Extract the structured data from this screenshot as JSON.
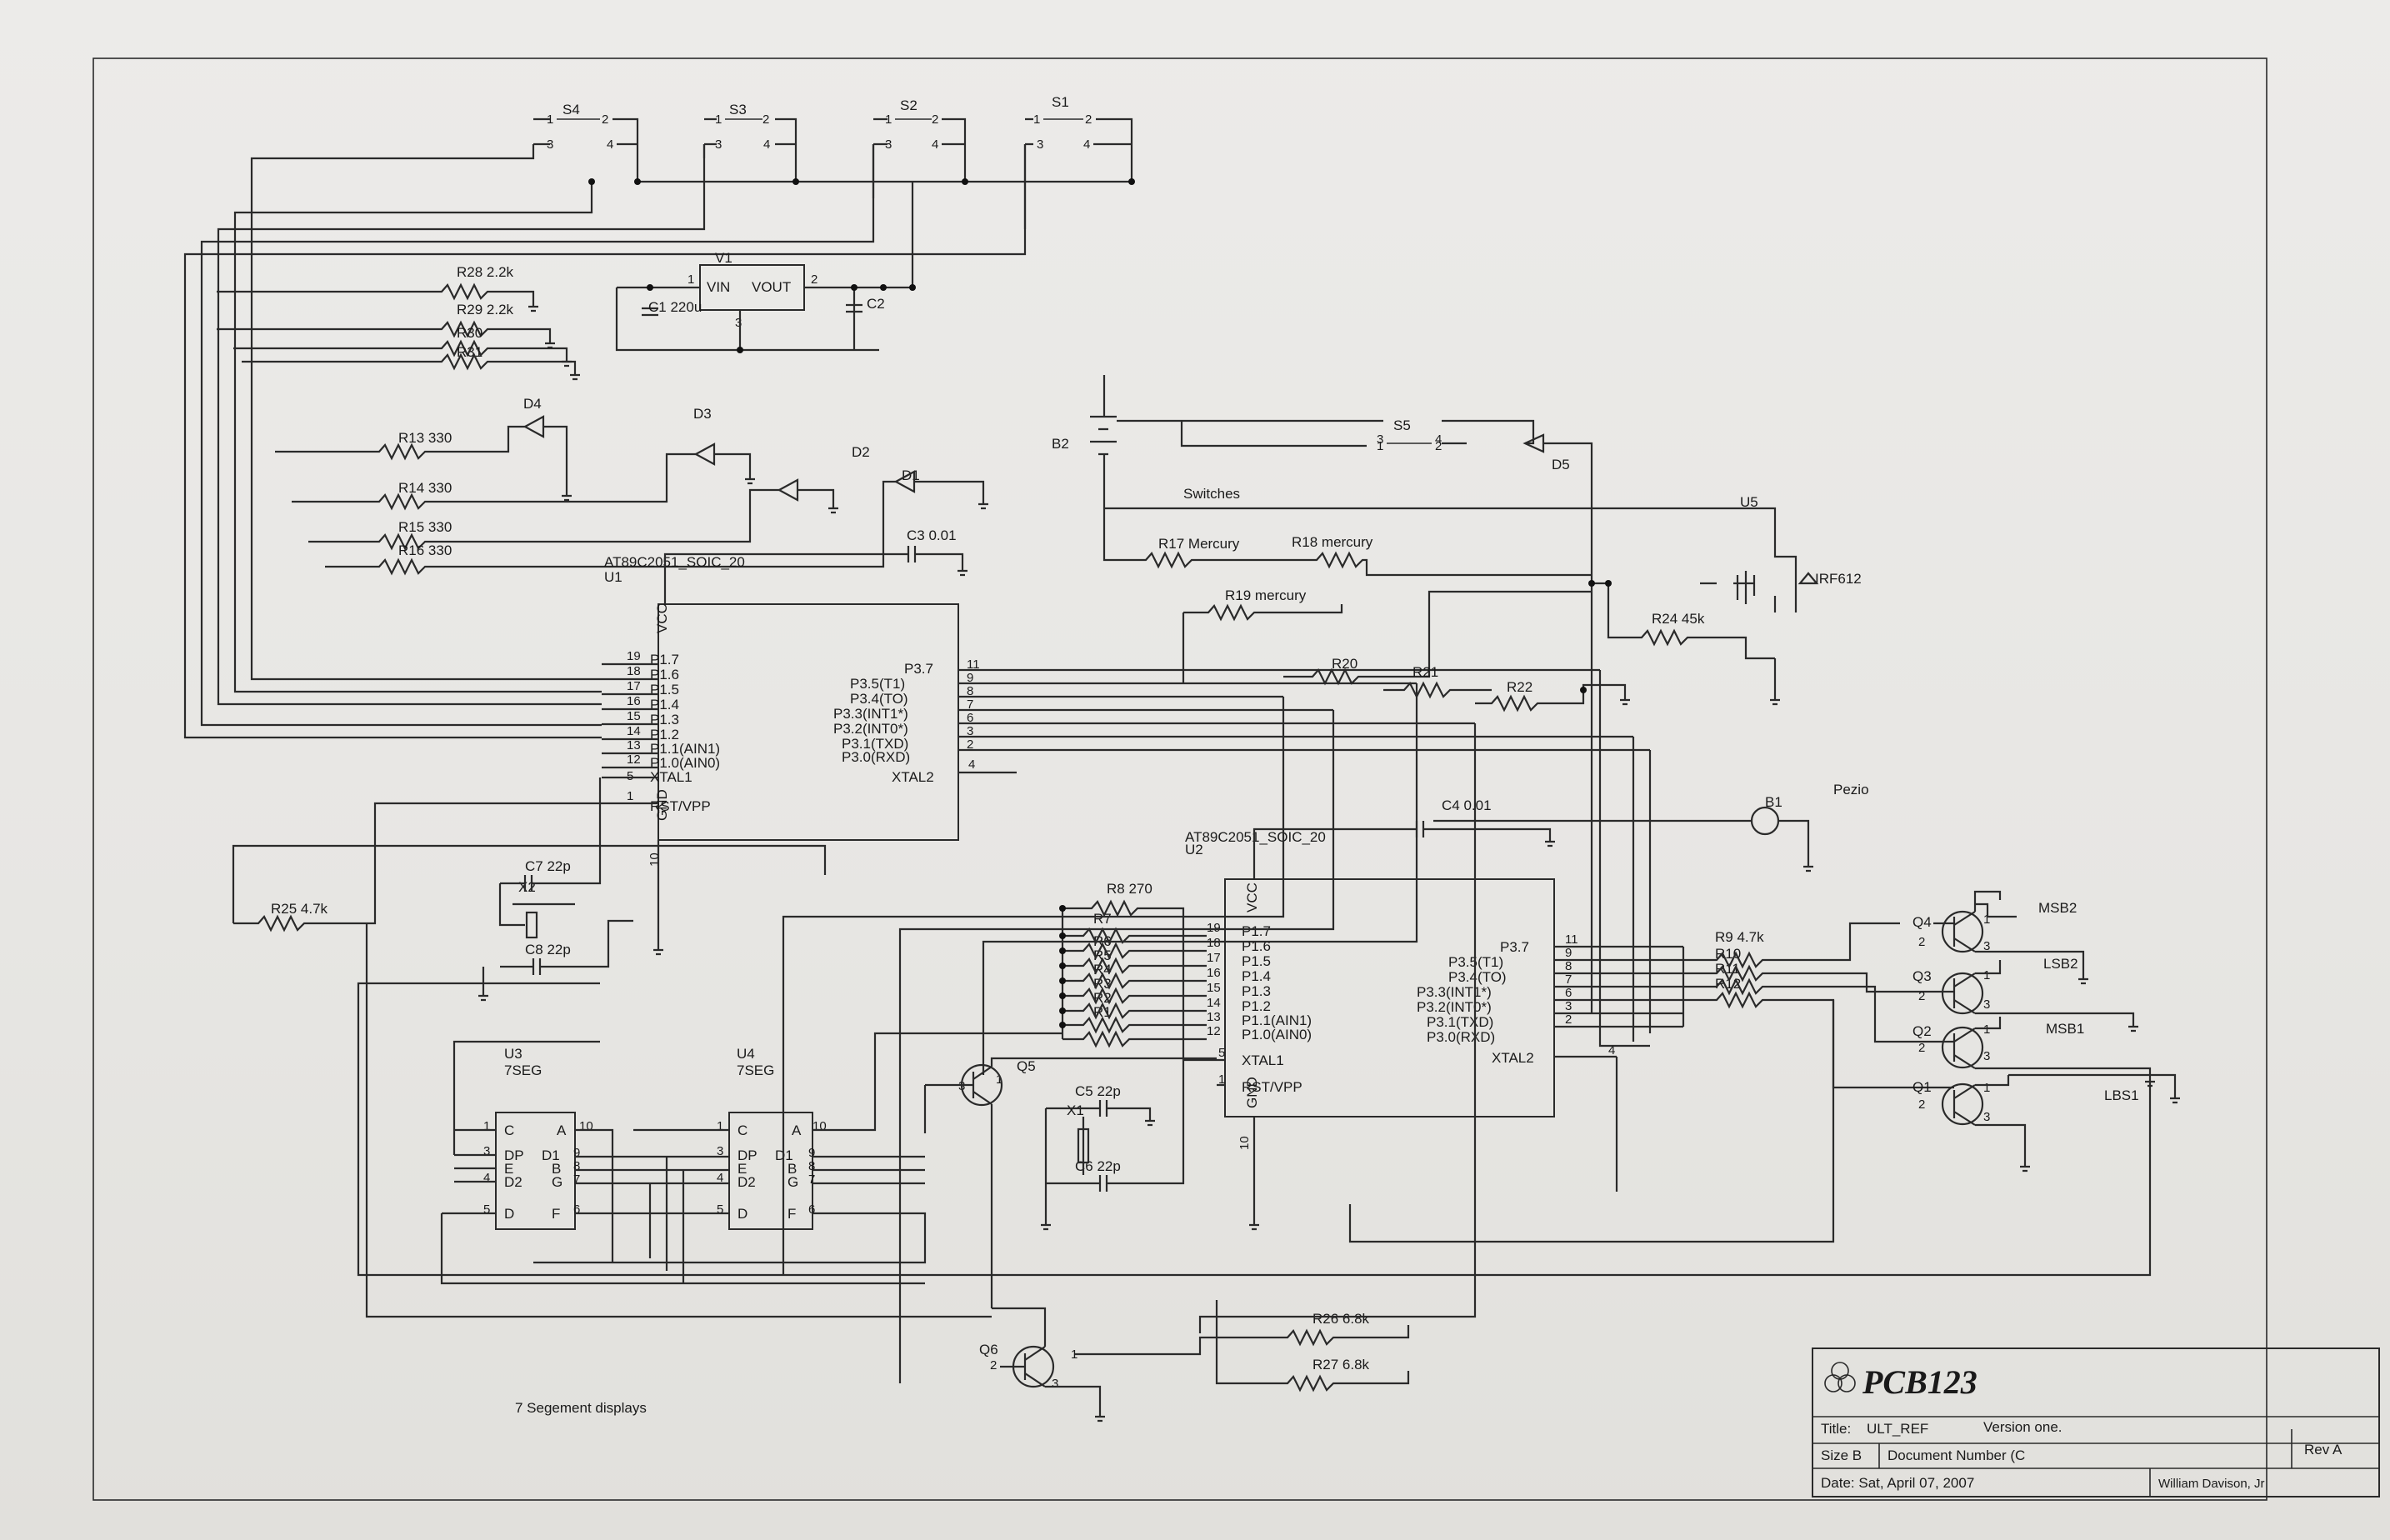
{
  "title_block": {
    "logo_text": "PCB123",
    "title_label": "Title:",
    "title_value": "ULT_REF",
    "version": "Version one.",
    "size_label": "Size B",
    "doc_number": "Document Number (C",
    "rev": "Rev A",
    "date": "Date: Sat, April 07, 2007",
    "author": "William Davison, Jr"
  },
  "section_labels": {
    "switches": "Switches",
    "seven_segment": "7 Segement displays",
    "piezo": "Pezio"
  },
  "chips": {
    "u1": {
      "ref": "U1",
      "part": "AT89C2051_SOIC_20",
      "left_pins": [
        {
          "num": "19",
          "name": "P1.7"
        },
        {
          "num": "18",
          "name": "P1.6"
        },
        {
          "num": "17",
          "name": "P1.5"
        },
        {
          "num": "16",
          "name": "P1.4"
        },
        {
          "num": "15",
          "name": "P1.3"
        },
        {
          "num": "14",
          "name": "P1.2"
        },
        {
          "num": "13",
          "name": "P1.1(AIN1)"
        },
        {
          "num": "12",
          "name": "P1.0(AIN0)"
        }
      ],
      "right_pins": [
        {
          "num": "11",
          "name": "P3.7"
        },
        {
          "num": "9",
          "name": "P3.5(T1)"
        },
        {
          "num": "8",
          "name": "P3.4(TO)"
        },
        {
          "num": "7",
          "name": "P3.3(INT1*)"
        },
        {
          "num": "6",
          "name": "P3.2(INT0*)"
        },
        {
          "num": "3",
          "name": "P3.1(TXD)"
        },
        {
          "num": "2",
          "name": "P3.0(RXD)"
        }
      ],
      "xtal1": "XTAL1",
      "xtal1_num": "5",
      "rst": "RST/VPP",
      "rst_num": "1",
      "xtal2": "XTAL2",
      "xtal2_num": "4",
      "vcc": "VCC",
      "gnd": "GND",
      "gnd_num": "10"
    },
    "u2": {
      "ref": "U2",
      "part": "AT89C2051_SOIC_20",
      "left_pins": [
        {
          "num": "19",
          "name": "P1.7"
        },
        {
          "num": "18",
          "name": "P1.6"
        },
        {
          "num": "17",
          "name": "P1.5"
        },
        {
          "num": "16",
          "name": "P1.4"
        },
        {
          "num": "15",
          "name": "P1.3"
        },
        {
          "num": "14",
          "name": "P1.2"
        },
        {
          "num": "13",
          "name": "P1.1(AIN1)"
        },
        {
          "num": "12",
          "name": "P1.0(AIN0)"
        }
      ],
      "right_pins": [
        {
          "num": "11",
          "name": "P3.7"
        },
        {
          "num": "9",
          "name": "P3.5(T1)"
        },
        {
          "num": "8",
          "name": "P3.4(TO)"
        },
        {
          "num": "7",
          "name": "P3.3(INT1*)"
        },
        {
          "num": "6",
          "name": "P3.2(INT0*)"
        },
        {
          "num": "3",
          "name": "P3.1(TXD)"
        },
        {
          "num": "2",
          "name": "P3.0(RXD)"
        }
      ],
      "xtal1": "XTAL1",
      "xtal1_num": "5",
      "rst": "RST/VPP",
      "rst_num": "1",
      "xtal2": "XTAL2",
      "xtal2_num": "4",
      "vcc": "VCC",
      "gnd": "GND",
      "gnd_num": "10"
    },
    "v1": {
      "ref": "V1",
      "vin": "VIN",
      "vout": "VOUT",
      "pin1": "1",
      "pin2": "2",
      "pin3": "3"
    },
    "u3": {
      "ref": "U3",
      "part": "7SEG",
      "left": [
        {
          "num": "1",
          "name": "C"
        },
        {
          "num": "3",
          "name": "DP"
        },
        {
          "num": "",
          "name": "E"
        },
        {
          "num": "4",
          "name": "D2"
        },
        {
          "num": "5",
          "name": "D"
        }
      ],
      "right": [
        {
          "num": "10",
          "name": "A"
        },
        {
          "num": "9",
          "name": "D1"
        },
        {
          "num": "8",
          "name": "B"
        },
        {
          "num": "7",
          "name": "G"
        },
        {
          "num": "6",
          "name": "F"
        }
      ]
    },
    "u4": {
      "ref": "U4",
      "part": "7SEG",
      "left": [
        {
          "num": "1",
          "name": "C"
        },
        {
          "num": "3",
          "name": "DP"
        },
        {
          "num": "",
          "name": "E"
        },
        {
          "num": "4",
          "name": "D2"
        },
        {
          "num": "5",
          "name": "D"
        }
      ],
      "right": [
        {
          "num": "10",
          "name": "A"
        },
        {
          "num": "9",
          "name": "D1"
        },
        {
          "num": "8",
          "name": "B"
        },
        {
          "num": "7",
          "name": "G"
        },
        {
          "num": "6",
          "name": "F"
        }
      ]
    },
    "u5": {
      "ref": "U5",
      "part": "IRF612"
    }
  },
  "switches": {
    "s4": "S4",
    "s3": "S3",
    "s2": "S2",
    "s1": "S1",
    "s5": "S5",
    "p1": "1",
    "p2": "2",
    "p3": "3",
    "p4": "4"
  },
  "resistors": {
    "r28": "R28 2.2k",
    "r29": "R29 2.2k",
    "r30": "R30",
    "r31": "R31",
    "r13": "R13 330",
    "r14": "R14 330",
    "r15": "R15 330",
    "r16": "R16 330",
    "r17": "R17 Mercury",
    "r18": "R18 mercury",
    "r19": "R19 mercury",
    "r20": "R20",
    "r21": "R21",
    "r22": "R22",
    "r24": "R24 45k",
    "r25": "R25 4.7k",
    "r8": "R8 270",
    "r7": "R7",
    "r6": "R6",
    "r5": "R5",
    "r4": "R4",
    "r3": "R3",
    "r2": "R2",
    "r1": "R1",
    "r9": "R9 4.7k",
    "r10": "R10",
    "r11": "R11",
    "r12": "R12",
    "r26": "R26 6.8k",
    "r27": "R27 6.8k"
  },
  "capacitors": {
    "c1": "C1 220u",
    "c2": "C2",
    "c3": "C3 0.01",
    "c4": "C4 0.01",
    "c5": "C5 22p",
    "c6": "C6 22p",
    "c7": "C7 22p",
    "c8": "C8 22p"
  },
  "crystals": {
    "x1": "X1",
    "x2": "X2"
  },
  "diodes": {
    "d1": "D1",
    "d2": "D2",
    "d3": "D3",
    "d4": "D4",
    "d5": "D5"
  },
  "battery": "B2",
  "buzzer": "B1",
  "transistors": {
    "q1": "Q1",
    "q2": "Q2",
    "q3": "Q3",
    "q4": "Q4",
    "q5": "Q5",
    "q6": "Q6",
    "b1": "1",
    "b2": "2",
    "b3": "3"
  },
  "outputs": {
    "msb2": "MSB2",
    "lsb2": "LSB2",
    "msb1": "MSB1",
    "lsb1": "LBS1"
  }
}
